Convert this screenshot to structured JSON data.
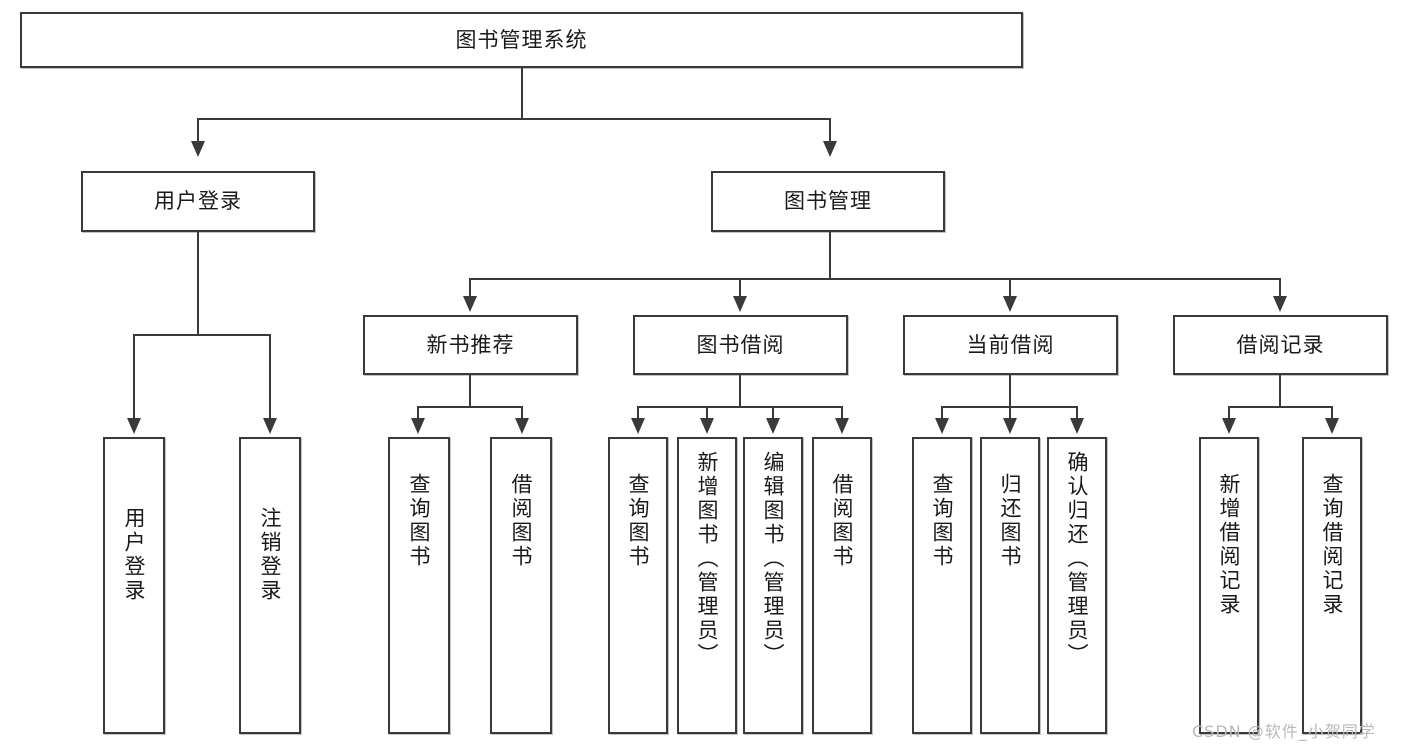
{
  "diagram": {
    "type": "tree-hierarchy",
    "title": "图书管理系统",
    "root": {
      "label": "图书管理系统"
    },
    "level2": [
      {
        "label": "用户登录"
      },
      {
        "label": "图书管理"
      }
    ],
    "level3": [
      {
        "label": "新书推荐"
      },
      {
        "label": "图书借阅"
      },
      {
        "label": "当前借阅"
      },
      {
        "label": "借阅记录"
      }
    ],
    "leaves": {
      "user_login": [
        {
          "label": "用户登录"
        },
        {
          "label": "注销登录"
        }
      ],
      "new_book": [
        {
          "label": "查询图书"
        },
        {
          "label": "借阅图书"
        }
      ],
      "book_borrow": [
        {
          "label": "查询图书"
        },
        {
          "label": "新增图书（管理员）"
        },
        {
          "label": "编辑图书（管理员）"
        },
        {
          "label": "借阅图书"
        }
      ],
      "current_borrow": [
        {
          "label": "查询图书"
        },
        {
          "label": "归还图书"
        },
        {
          "label": "确认归还（管理员）"
        }
      ],
      "borrow_record": [
        {
          "label": "新增借阅记录"
        },
        {
          "label": "查询借阅记录"
        }
      ]
    }
  },
  "watermark": {
    "text": "CSDN @软件_小贺同学"
  },
  "colors": {
    "stroke": "#3a3a3a",
    "background": "#ffffff",
    "text": "#1a1a1a",
    "watermark": "#b9b9b9"
  }
}
